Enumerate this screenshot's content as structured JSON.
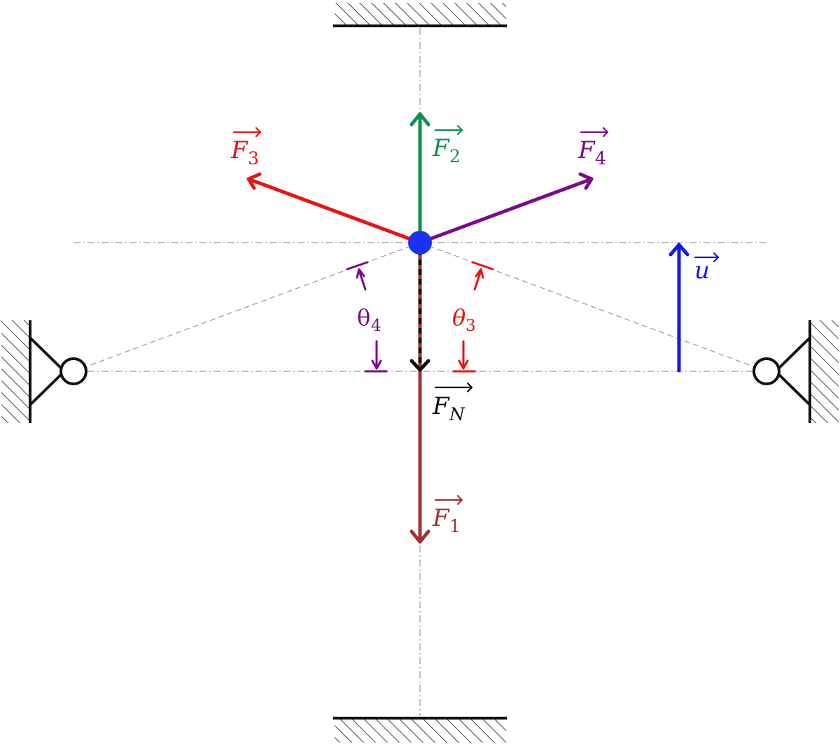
{
  "colors": {
    "f1": "#a23232",
    "f2": "#0a9150",
    "f3": "#ee1111",
    "f4": "#7a0a8a",
    "fn": "#111111",
    "u": "#1515ee",
    "node": "#1a33ee",
    "structure": "#111111",
    "guide": "#9a9a9a"
  },
  "vectors": {
    "f1": {
      "symbol": "F",
      "sub": "1"
    },
    "f2": {
      "symbol": "F",
      "sub": "2"
    },
    "f3": {
      "symbol": "F",
      "sub": "3"
    },
    "f4": {
      "symbol": "F",
      "sub": "4"
    },
    "fn": {
      "symbol": "F",
      "sub": "N"
    },
    "u": {
      "symbol": "u"
    }
  },
  "angles": {
    "theta3": {
      "symbol": "θ",
      "sub": "3"
    },
    "theta4": {
      "symbol": "θ",
      "sub": "4"
    }
  }
}
